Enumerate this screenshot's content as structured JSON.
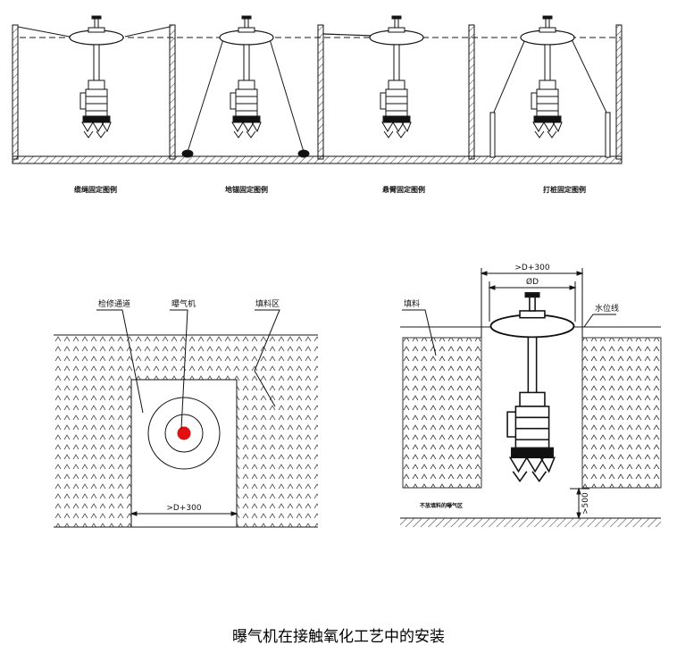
{
  "top_row": {
    "labels": [
      "缆绳固定图例",
      "地锚固定图例",
      "悬臂固定图例",
      "打桩固定图例"
    ]
  },
  "plan_view": {
    "label_channel": "检修通道",
    "label_aerator": "曝气机",
    "label_filler": "填料区",
    "dimension": ">D+300"
  },
  "section_view": {
    "label_filler": "填料",
    "label_water_level": "水位线",
    "dim_outer": ">D+300",
    "dim_inner": "ØD",
    "dim_bottom": ">500",
    "note_bottom": "不放填料的曝气区"
  },
  "caption": "曝气机在接触氧化工艺中的安装",
  "colors": {
    "line": "#1a1a1a",
    "aerator_dot": "#e01010"
  }
}
